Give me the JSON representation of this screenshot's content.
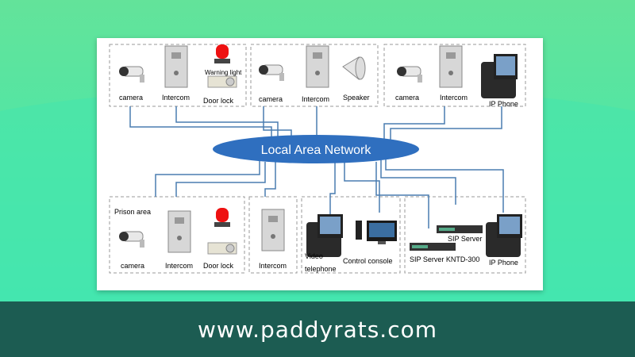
{
  "network": {
    "center_label": "Local Area Network"
  },
  "groups": {
    "top_left": {
      "camera": "camera",
      "intercom": "Intercom",
      "warning": "Warning light",
      "doorlock": "Door lock"
    },
    "top_middle": {
      "camera": "camera",
      "intercom": "Intercom",
      "speaker": "Speaker"
    },
    "top_right": {
      "camera": "camera",
      "intercom": "Intercom",
      "ipphone": "IP Phone"
    },
    "bottom_left": {
      "area": "Prison area",
      "camera": "camera",
      "intercom": "Intercom",
      "doorlock": "Door lock"
    },
    "bottom_mid1": {
      "intercom": "Intercom"
    },
    "bottom_mid2": {
      "video1": "Video",
      "video2": "telephone",
      "console": "Control console"
    },
    "bottom_right": {
      "sipserver": "SIP Server",
      "sipknt": "SIP Server KNTD-300",
      "ipphone": "IP Phone"
    }
  },
  "footer": {
    "url": "www.paddyrats.com"
  },
  "colors": {
    "background_top": "#63e39a",
    "background_bottom": "#3fe7b6",
    "footer": "#1c5c52",
    "lan_ellipse": "#2f6fbf",
    "lines": "#4a7db0"
  }
}
